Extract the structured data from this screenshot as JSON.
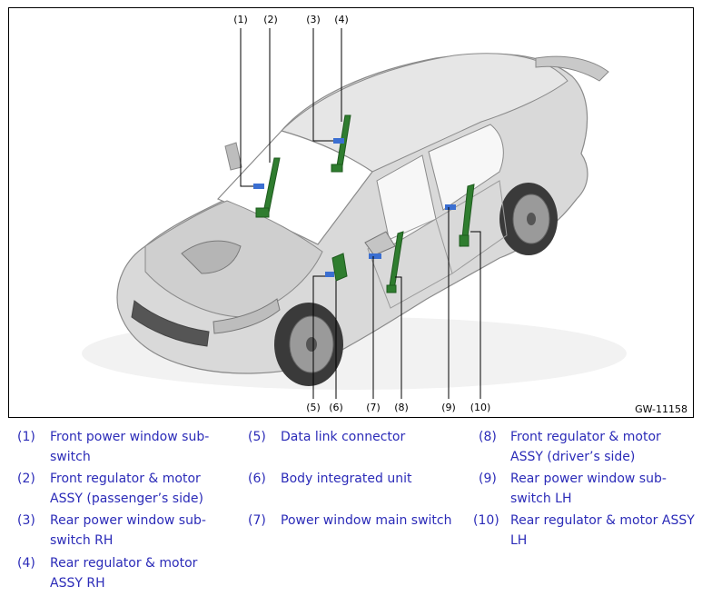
{
  "figure": {
    "id": "GW-11158",
    "callouts": [
      {
        "n": "(1)"
      },
      {
        "n": "(2)"
      },
      {
        "n": "(3)"
      },
      {
        "n": "(4)"
      },
      {
        "n": "(5)"
      },
      {
        "n": "(6)"
      },
      {
        "n": "(7)"
      },
      {
        "n": "(8)"
      },
      {
        "n": "(9)"
      },
      {
        "n": "(10)"
      }
    ]
  },
  "legend": [
    {
      "num": "(1)",
      "text": "Front power window sub-switch"
    },
    {
      "num": "(2)",
      "text": "Front regulator & motor ASSY (passenger’s side)"
    },
    {
      "num": "(3)",
      "text": "Rear power window sub-switch RH"
    },
    {
      "num": "(4)",
      "text": "Rear regulator & motor ASSY RH"
    },
    {
      "num": "(5)",
      "text": "Data link connector"
    },
    {
      "num": "(6)",
      "text": "Body integrated unit"
    },
    {
      "num": "(7)",
      "text": "Power window main switch"
    },
    {
      "num": "(8)",
      "text": "Front regulator & motor ASSY (driver’s side)"
    },
    {
      "num": "(9)",
      "text": "Rear power window sub-switch LH"
    },
    {
      "num": "(10)",
      "text": "Rear regulator & motor ASSY LH"
    }
  ],
  "colors": {
    "component_green": "#2f7d2f",
    "component_blue": "#3b6fd1",
    "legend_text": "#2b2bb8",
    "car_body": "#d9d9d9"
  }
}
